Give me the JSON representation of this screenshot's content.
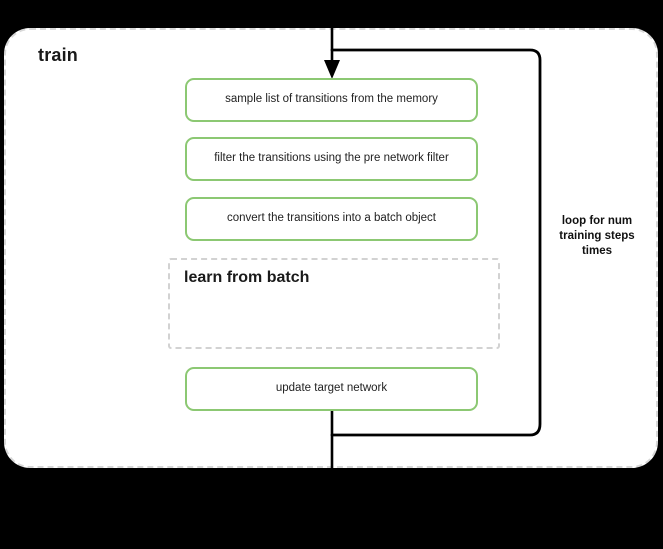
{
  "diagram": {
    "scope": {
      "title": "train",
      "border_color": "#d8d8d8"
    },
    "process_nodes": [
      {
        "label": "sample list of transitions from the memory"
      },
      {
        "label": "filter the transitions using the pre network filter"
      },
      {
        "label": "convert the transitions into a batch object"
      },
      {
        "label": "update target network"
      }
    ],
    "sub_scope": {
      "title": "learn from batch",
      "border_color": "#d2d2d2"
    },
    "loop_annotation": {
      "line1": "loop for num",
      "line2": "training steps",
      "line3": "times"
    },
    "colors": {
      "node_border": "#8cc873",
      "node_fill": "#ffffff",
      "edge": "#000000",
      "text": "#222222",
      "background": "#000000"
    }
  }
}
